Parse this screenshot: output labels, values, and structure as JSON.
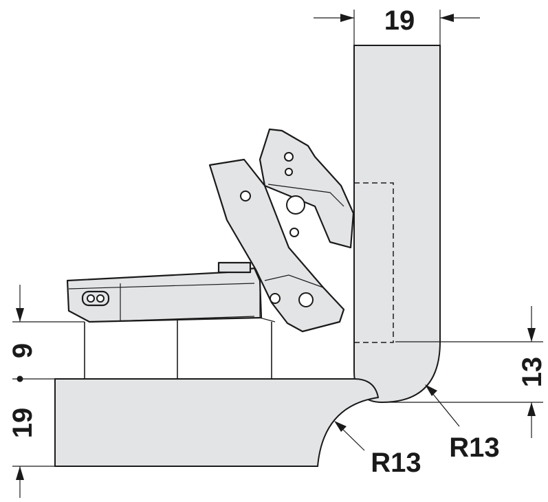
{
  "labels": {
    "door_thickness": "19",
    "side_panel_thickness": "19",
    "drill_distance": "9",
    "overlay": "13",
    "radius_side_panel": "R13",
    "radius_door": "R13"
  },
  "colors": {
    "panel_fill": "#e3e4e6",
    "line": "#1a1a1a",
    "background": "#ffffff"
  }
}
